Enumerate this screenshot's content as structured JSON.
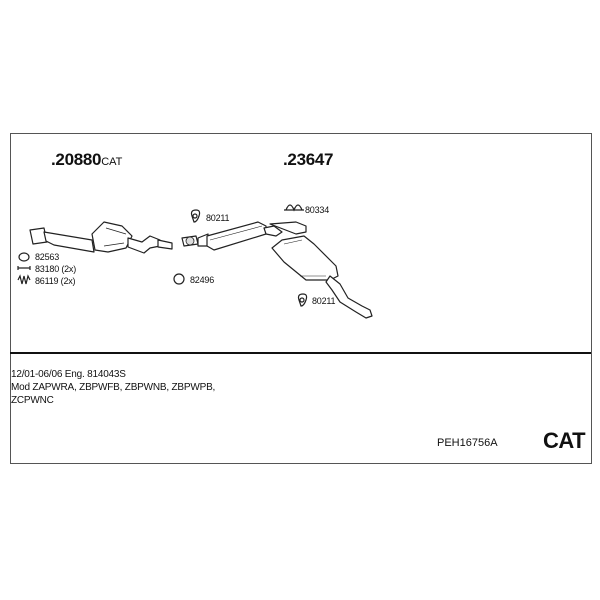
{
  "parts": {
    "front_pipe": {
      "number": ".20880",
      "suffix": "CAT"
    },
    "rear_system": {
      "number": ".23647"
    }
  },
  "fittings": {
    "gasket": "82563",
    "bolt": "83180 (2x)",
    "spring": "86119 (2x)",
    "clamp": "82496",
    "hanger_front": "80211",
    "hanger_rear": "80211",
    "rubber_mount": "80334"
  },
  "vehicle_info": {
    "line1": "12/01-06/06   Eng. 814043S",
    "line2": "Mod ZAPWRA, ZBPWFB, ZBPWNB, ZBPWPB,",
    "line3": "ZCPWNC"
  },
  "set_code": "PEH16756A",
  "cat_label": "CAT"
}
